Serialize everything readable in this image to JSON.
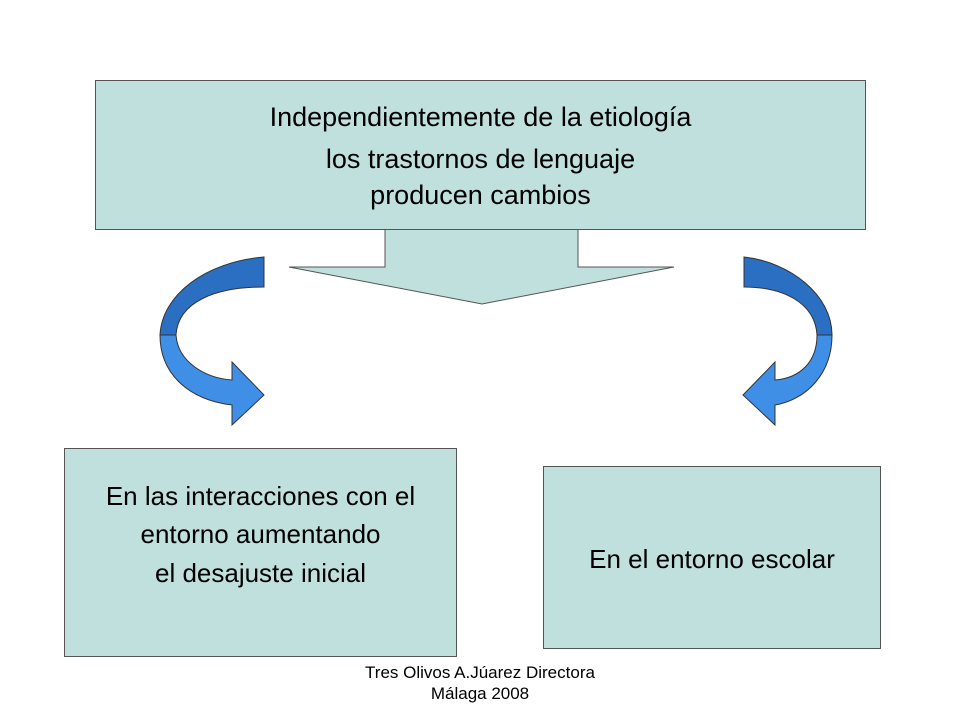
{
  "top_box": {
    "lines": [
      "Independientemente de la etiología",
      "los trastornos de lenguaje",
      "producen cambios"
    ]
  },
  "left_box": {
    "lines": [
      "En las interacciones con el",
      "entorno aumentando",
      "el desajuste inicial"
    ]
  },
  "right_box": {
    "lines": [
      "En el entorno escolar"
    ]
  },
  "footer": {
    "line1": "Tres Olivos A.Júarez Directora",
    "line2": "Málaga 2008"
  },
  "colors": {
    "box_fill": "#bfe0dc",
    "arrow_blue": "#3f8fe6",
    "arrow_blue_dark": "#2a6fc2"
  }
}
